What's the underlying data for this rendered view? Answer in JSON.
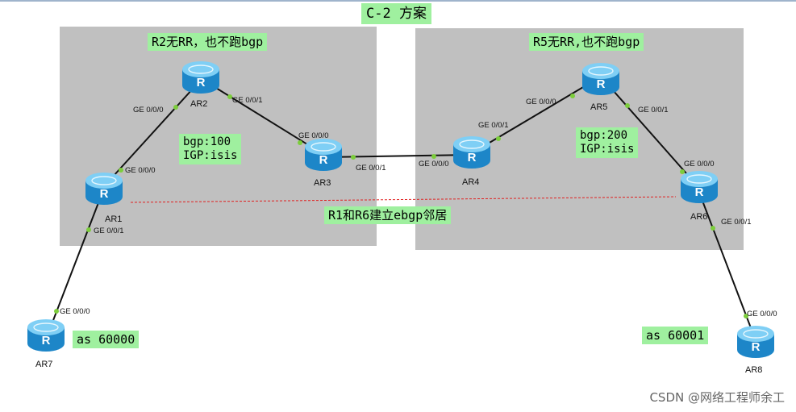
{
  "title": "C-2 方案",
  "left_area": {
    "note": "R2无RR，也不跑bgp",
    "info": [
      "bgp:100",
      "IGP:isis"
    ]
  },
  "right_area": {
    "note": "R5无RR,也不跑bgp",
    "info": [
      "bgp:200",
      "IGP:isis"
    ]
  },
  "ebgp_note": "R1和R6建立ebgp邻居",
  "as_left": "as 60000",
  "as_right": "as 60001",
  "routers": {
    "ar1": "AR1",
    "ar2": "AR2",
    "ar3": "AR3",
    "ar4": "AR4",
    "ar5": "AR5",
    "ar6": "AR6",
    "ar7": "AR7",
    "ar8": "AR8"
  },
  "router_glyph": "R",
  "ports": {
    "ar1_up": "GE 0/0/0",
    "ar1_down": "GE 0/0/1",
    "ar2_left": "GE 0/0/0",
    "ar2_right": "GE 0/0/1",
    "ar3_up": "GE 0/0/0",
    "ar3_right": "GE 0/0/1",
    "ar4_left": "GE 0/0/0",
    "ar4_up": "GE 0/0/1",
    "ar5_left": "GE 0/0/0",
    "ar5_right": "GE 0/0/1",
    "ar6_up": "GE 0/0/0",
    "ar6_down": "GE 0/0/1",
    "ar7_up": "GE 0/0/0",
    "ar8_up": "GE 0/0/0"
  },
  "watermark": "CSDN @网络工程师余工",
  "colors": {
    "area": "#c0c0c0",
    "tag": "#9ff09f",
    "link": "#111111",
    "port_dot": "#7ccd3c",
    "ebgp_line": "#e02020",
    "router_body": "#2f9fe0"
  }
}
